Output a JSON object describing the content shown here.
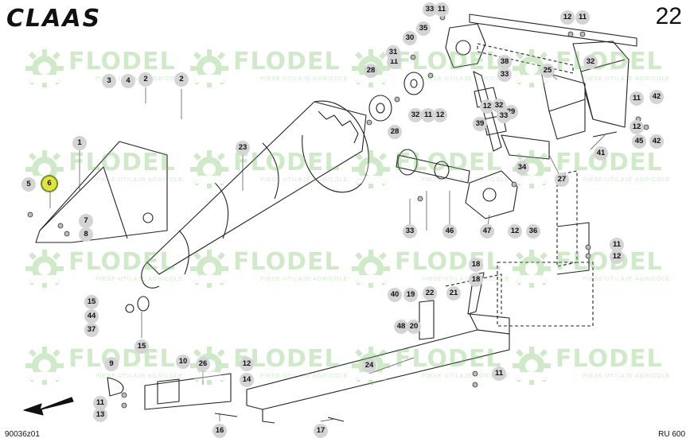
{
  "header": {
    "brand": "CLAAS",
    "page_number": "22"
  },
  "footer": {
    "figure_code": "90036z01",
    "model": "RU 600"
  },
  "watermark": {
    "name": "FLODEL",
    "tagline": "PIESE UTILAJE AGRICOLE"
  },
  "callouts": [
    {
      "label": "1"
    },
    {
      "label": "2"
    },
    {
      "label": "2"
    },
    {
      "label": "3"
    },
    {
      "label": "4"
    },
    {
      "label": "5"
    },
    {
      "label": "6",
      "highlighted": true
    },
    {
      "label": "7"
    },
    {
      "label": "8"
    },
    {
      "label": "9"
    },
    {
      "label": "10"
    },
    {
      "label": "11"
    },
    {
      "label": "11"
    },
    {
      "label": "11"
    },
    {
      "label": "11"
    },
    {
      "label": "11"
    },
    {
      "label": "11"
    },
    {
      "label": "11"
    },
    {
      "label": "11"
    },
    {
      "label": "12"
    },
    {
      "label": "12"
    },
    {
      "label": "12"
    },
    {
      "label": "12"
    },
    {
      "label": "12"
    },
    {
      "label": "12"
    },
    {
      "label": "12"
    },
    {
      "label": "13"
    },
    {
      "label": "14"
    },
    {
      "label": "15"
    },
    {
      "label": "15"
    },
    {
      "label": "16"
    },
    {
      "label": "17"
    },
    {
      "label": "18"
    },
    {
      "label": "18"
    },
    {
      "label": "19"
    },
    {
      "label": "20"
    },
    {
      "label": "21"
    },
    {
      "label": "22"
    },
    {
      "label": "23"
    },
    {
      "label": "24"
    },
    {
      "label": "25"
    },
    {
      "label": "26"
    },
    {
      "label": "27"
    },
    {
      "label": "28"
    },
    {
      "label": "28"
    },
    {
      "label": "29"
    },
    {
      "label": "30"
    },
    {
      "label": "31"
    },
    {
      "label": "32"
    },
    {
      "label": "32"
    },
    {
      "label": "32"
    },
    {
      "label": "33"
    },
    {
      "label": "33"
    },
    {
      "label": "33"
    },
    {
      "label": "33"
    },
    {
      "label": "34"
    },
    {
      "label": "35"
    },
    {
      "label": "36"
    },
    {
      "label": "37"
    },
    {
      "label": "38"
    },
    {
      "label": "39"
    },
    {
      "label": "40"
    },
    {
      "label": "41"
    },
    {
      "label": "42"
    },
    {
      "label": "42"
    },
    {
      "label": "44"
    },
    {
      "label": "45"
    },
    {
      "label": "46"
    },
    {
      "label": "47"
    },
    {
      "label": "48"
    }
  ]
}
